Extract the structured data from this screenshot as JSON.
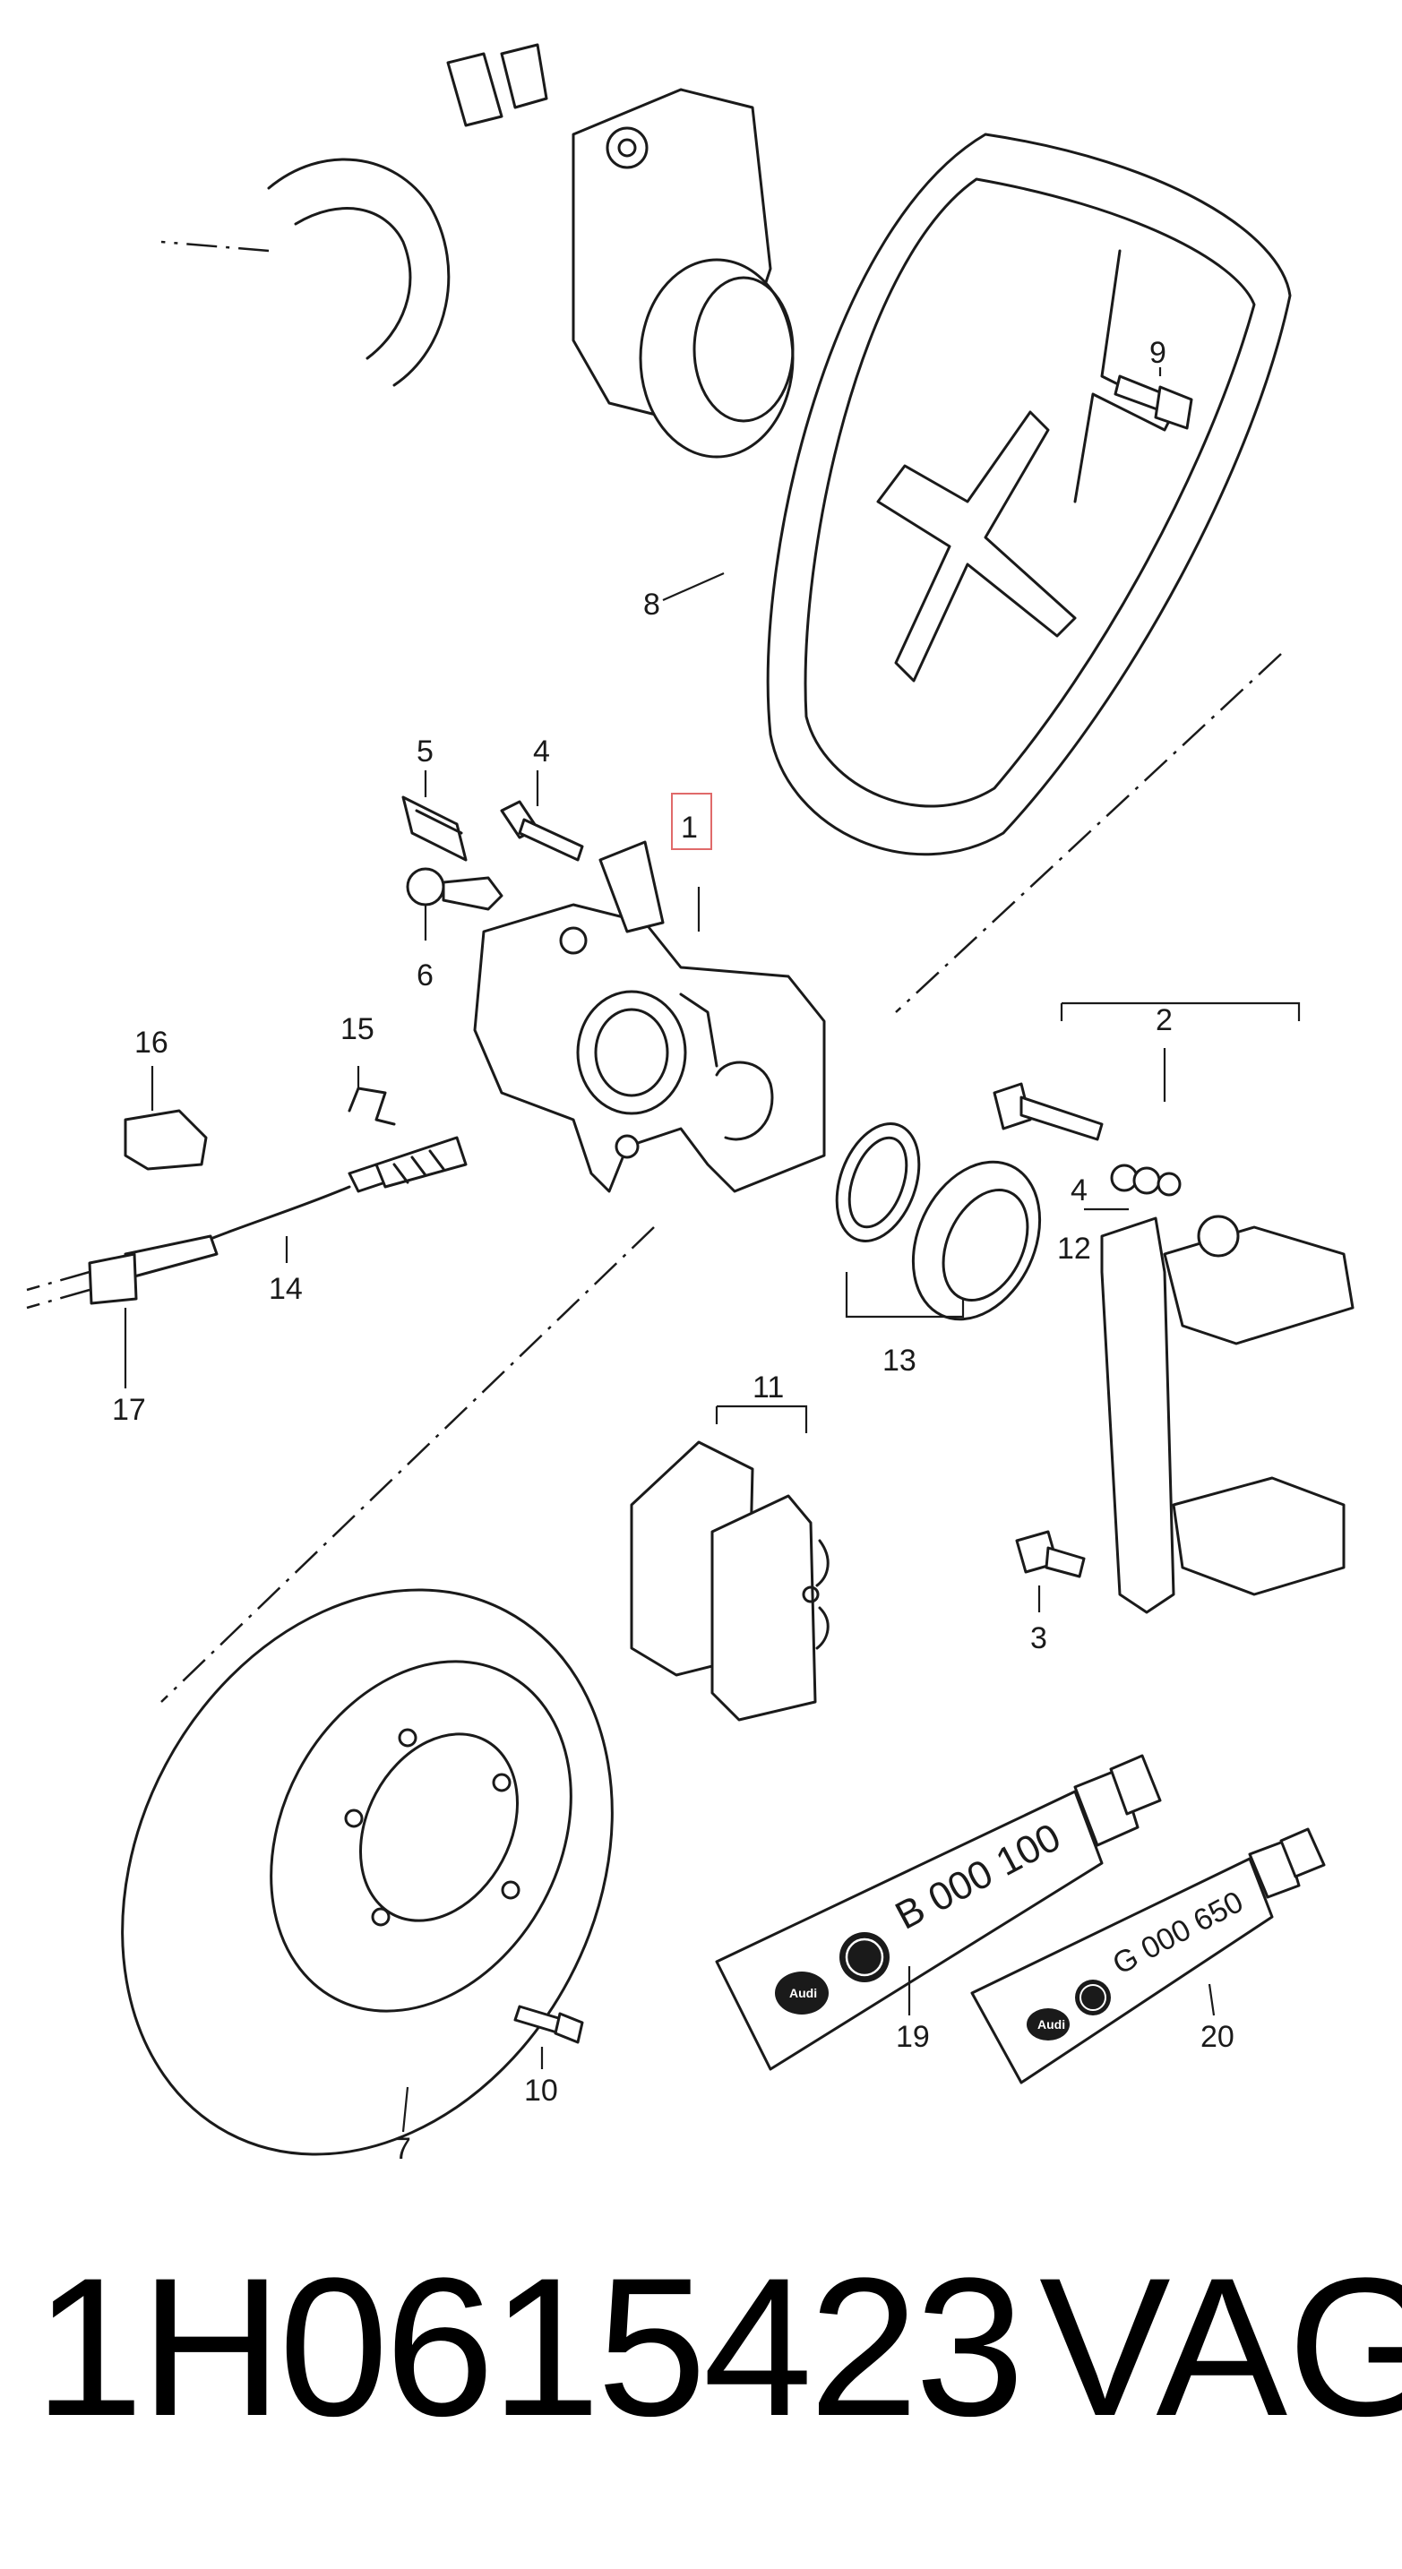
{
  "callouts": [
    {
      "id": "1",
      "text": "1"
    },
    {
      "id": "2",
      "text": "2"
    },
    {
      "id": "3",
      "text": "3"
    },
    {
      "id": "4a",
      "text": "4"
    },
    {
      "id": "4b",
      "text": "4"
    },
    {
      "id": "5",
      "text": "5"
    },
    {
      "id": "6",
      "text": "6"
    },
    {
      "id": "7",
      "text": "7"
    },
    {
      "id": "8",
      "text": "8"
    },
    {
      "id": "9",
      "text": "9"
    },
    {
      "id": "10",
      "text": "10"
    },
    {
      "id": "11",
      "text": "11"
    },
    {
      "id": "12",
      "text": "12"
    },
    {
      "id": "13",
      "text": "13"
    },
    {
      "id": "14",
      "text": "14"
    },
    {
      "id": "15",
      "text": "15"
    },
    {
      "id": "16",
      "text": "16"
    },
    {
      "id": "17",
      "text": "17"
    },
    {
      "id": "19",
      "text": "19"
    },
    {
      "id": "20",
      "text": "20"
    }
  ],
  "tubes": {
    "large": {
      "brand": "Audi",
      "code": "B 000 100"
    },
    "small": {
      "brand": "Audi",
      "code": "G 000 650"
    }
  },
  "footer": {
    "part_number": "1H0615423",
    "brand": "VAG"
  },
  "colors": {
    "line": "#1a1a1a",
    "highlight_box": "#e06a6a",
    "background": "#ffffff"
  }
}
